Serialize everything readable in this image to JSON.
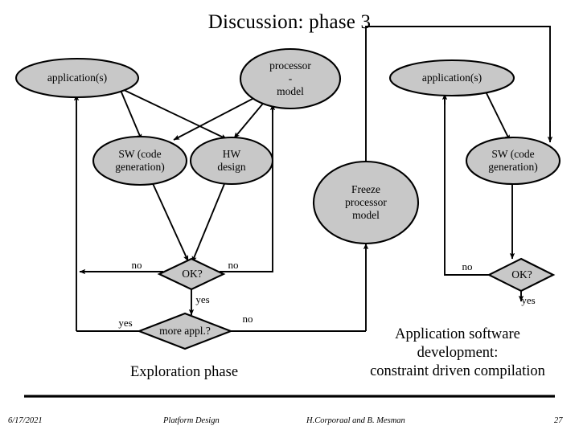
{
  "slide": {
    "title": "Discussion: phase 3",
    "background_color": "#ffffff",
    "node_fill_color": "#c8c8c8",
    "stroke_color": "#000000"
  },
  "left_flow": {
    "nodes": [
      {
        "id": "app-left",
        "label": "application(s)",
        "shape": "ellipse"
      },
      {
        "id": "processor-model",
        "label": "processor\n-\nmodel",
        "shape": "ellipse"
      },
      {
        "id": "sw-codegen-left",
        "label": "SW (code\ngeneration)",
        "shape": "ellipse"
      },
      {
        "id": "hw-design",
        "label": "HW\ndesign",
        "shape": "ellipse"
      },
      {
        "id": "ok-left",
        "label": "OK?",
        "shape": "diamond"
      },
      {
        "id": "more-appl",
        "label": "more appl.?",
        "shape": "diamond"
      }
    ],
    "edge_labels": [
      {
        "id": "ok-left-no-left",
        "text": "no"
      },
      {
        "id": "ok-left-no-right",
        "text": "no"
      },
      {
        "id": "ok-left-yes",
        "text": "yes"
      },
      {
        "id": "more-appl-yes",
        "text": "yes"
      },
      {
        "id": "more-appl-no",
        "text": "no"
      }
    ],
    "caption": "Exploration phase"
  },
  "right_flow": {
    "nodes": [
      {
        "id": "app-right",
        "label": "application(s)",
        "shape": "ellipse"
      },
      {
        "id": "freeze-processor",
        "label": "Freeze\nprocessor\nmodel",
        "shape": "ellipse"
      },
      {
        "id": "sw-codegen-right",
        "label": "SW (code\ngeneration)",
        "shape": "ellipse"
      },
      {
        "id": "ok-right",
        "label": "OK?",
        "shape": "diamond"
      }
    ],
    "edge_labels": [
      {
        "id": "ok-right-no",
        "text": "no"
      },
      {
        "id": "ok-right-yes",
        "text": "yes"
      }
    ],
    "caption_line1": "Application software",
    "caption_line2": "development:",
    "caption_line3": "constraint driven compilation"
  },
  "footer": {
    "date": "6/17/2021",
    "course": "Platform Design",
    "authors": "H.Corporaal and B. Mesman",
    "page_number": "27"
  }
}
